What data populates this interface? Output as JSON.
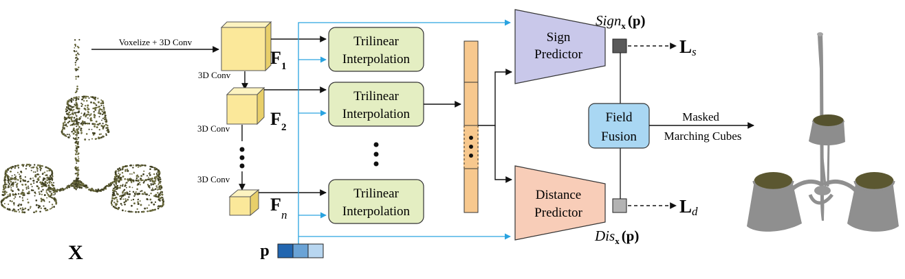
{
  "input": {
    "label": "X",
    "op_label": "Voxelize + 3D Conv"
  },
  "encoder": {
    "conv_label": "3D Conv",
    "features": [
      {
        "base": "F",
        "sub": "1"
      },
      {
        "base": "F",
        "sub": "2"
      },
      {
        "base": "F",
        "sub": "n"
      }
    ]
  },
  "interp": {
    "line1": "Trilinear",
    "line2": "Interpolation"
  },
  "query": {
    "label": "p",
    "colors": [
      "#2266b0",
      "#6aa3d6",
      "#b8d6f0"
    ]
  },
  "sign_predictor": {
    "line1": "Sign",
    "line2": "Predictor",
    "output_func": "Sign",
    "output_sub": "x",
    "output_arg": "(p)",
    "loss": "L",
    "loss_sub": "s"
  },
  "distance_predictor": {
    "line1": "Distance",
    "line2": "Predictor",
    "output_func": "Dis",
    "output_sub": "x",
    "output_arg": "(p)",
    "loss": "L",
    "loss_sub": "d"
  },
  "fusion": {
    "line1": "Field",
    "line2": "Fusion"
  },
  "output_op": {
    "line1": "Masked",
    "line2": "Marching Cubes"
  },
  "colors": {
    "cube_face": "#fbe89a",
    "cube_top": "#fdf3c0",
    "cube_side": "#e8cf6a",
    "interp_fill": "#e4eec2",
    "feature_vec": "#f7c88e",
    "sign_fill": "#c9c8ea",
    "dist_fill": "#f8cdb8",
    "fusion_fill": "#a9d7f3",
    "query_line": "#2aa3e0",
    "mesh_gray": "#8f8f8f",
    "point_dark": "#4a4a2a"
  }
}
